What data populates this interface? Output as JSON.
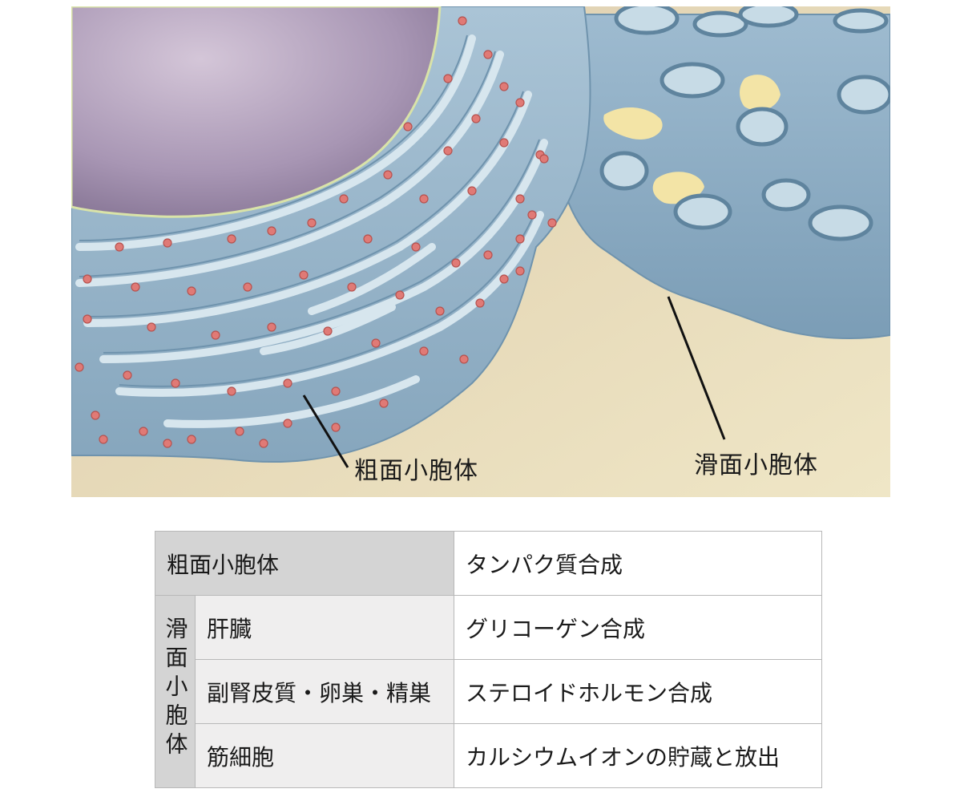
{
  "illustration": {
    "labels": {
      "rough_er": "粗面小胞体",
      "smooth_er": "滑面小胞体"
    },
    "colors": {
      "background_top": "#e6d6b9",
      "background_bottom": "#f0e9cc",
      "nucleus": "#b9a8c6",
      "membrane": "#a3bfd2",
      "membrane_dark": "#6f93ad",
      "lumen": "#c7dbe6",
      "ribosome": "#e07a76",
      "gap_yellow": "#f3e4a6"
    }
  },
  "table": {
    "rows": [
      {
        "group": "粗面小胞体",
        "function": "タンパク質合成"
      },
      {
        "group_vertical": "滑面小胞体",
        "sub": "肝臓",
        "function": "グリコーゲン合成"
      },
      {
        "sub": "副腎皮質・卵巣・精巣",
        "function": "ステロイドホルモン合成"
      },
      {
        "sub": "筋細胞",
        "function": "カルシウムイオンの貯蔵と放出"
      }
    ]
  }
}
